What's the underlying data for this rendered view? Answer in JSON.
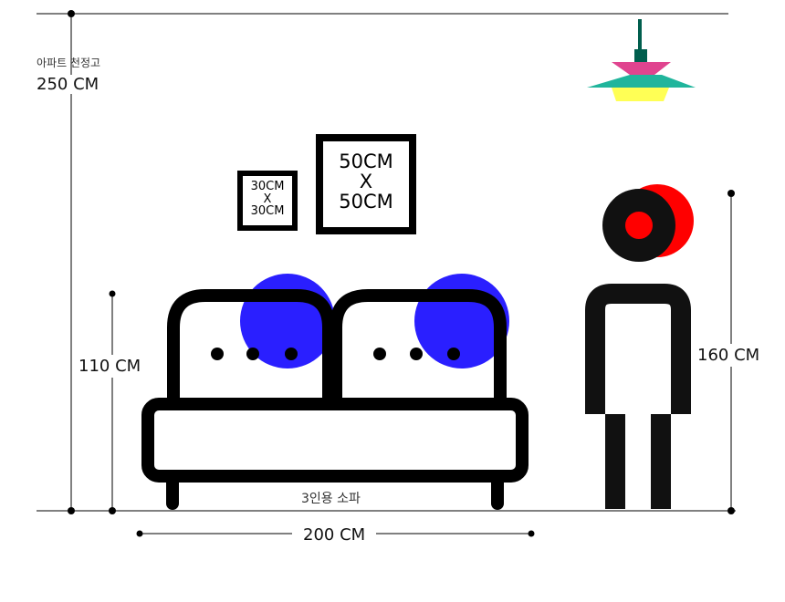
{
  "ceiling": {
    "label": "아파트 천정고",
    "value": "250 CM"
  },
  "sofa": {
    "name": "3인용 소파",
    "height": "110 CM",
    "width": "200 CM"
  },
  "person": {
    "height": "160 CM"
  },
  "frames": [
    {
      "line1": "30CM",
      "line2": "X",
      "line3": "30CM"
    },
    {
      "line1": "50CM",
      "line2": "X",
      "line3": "50CM"
    }
  ],
  "colors": {
    "line": "#000000",
    "cushion_accent": "#2a1fff",
    "head_accent": "#ff0000",
    "lamp_stem": "#005e4d",
    "lamp_pink": "#e0448f",
    "lamp_teal": "#20b59c",
    "lamp_yellow": "#ffff55"
  }
}
